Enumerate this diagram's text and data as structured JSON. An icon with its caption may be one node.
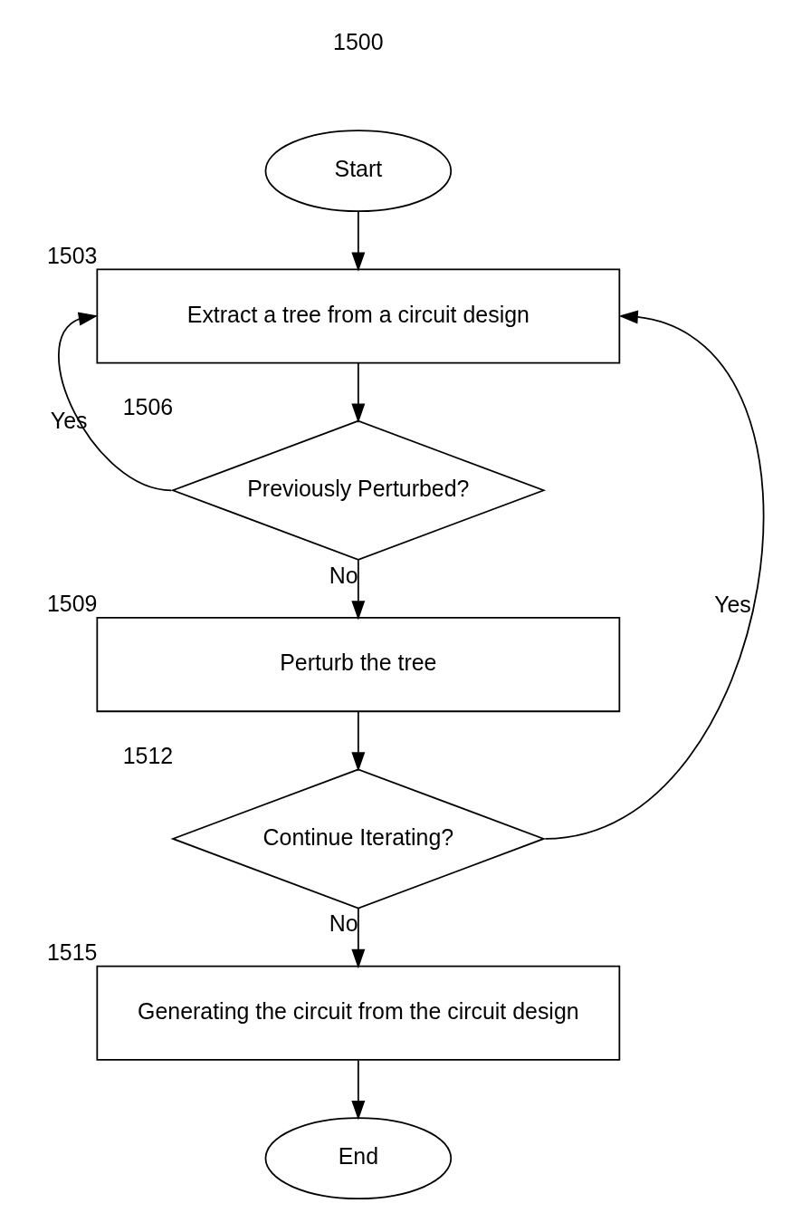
{
  "diagram": {
    "nodes": [
      {
        "text": [
          "Start"
        ]
      },
      {
        "text": [
          "Extract a tree from a circuit design"
        ],
        "beside": [
          "1503"
        ]
      },
      {
        "text": [
          "Previously Perturbed?"
        ],
        "beside": [
          "1506"
        ]
      },
      {
        "text": [
          "Perturb the tree"
        ],
        "beside": [
          "1509"
        ]
      },
      {
        "text": [
          "Continue Iterating?"
        ],
        "beside": [
          "1512"
        ]
      },
      {
        "text": [
          "Generating the circuit from the circuit design"
        ],
        "beside": [
          "1515"
        ]
      },
      {
        "text": [
          "End"
        ]
      }
    ],
    "edges": [
      {
        "from": 0,
        "to": 1,
        "arrow": "to"
      },
      {
        "from": 1,
        "to": 2,
        "arrow": "to"
      },
      {
        "from": 2,
        "to": 1,
        "arrow": "to",
        "label": "Yes"
      },
      {
        "from": 2,
        "to": 3,
        "arrow": "to",
        "label": "No"
      },
      {
        "from": 3,
        "to": 4,
        "arrow": "to"
      },
      {
        "from": 4,
        "to": 1,
        "arrow": "to",
        "label": "Yes"
      },
      {
        "from": 4,
        "to": 5,
        "arrow": "to",
        "label": "No"
      },
      {
        "from": 5,
        "to": 6,
        "arrow": "to"
      }
    ],
    "labels": [
      "1500"
    ]
  }
}
